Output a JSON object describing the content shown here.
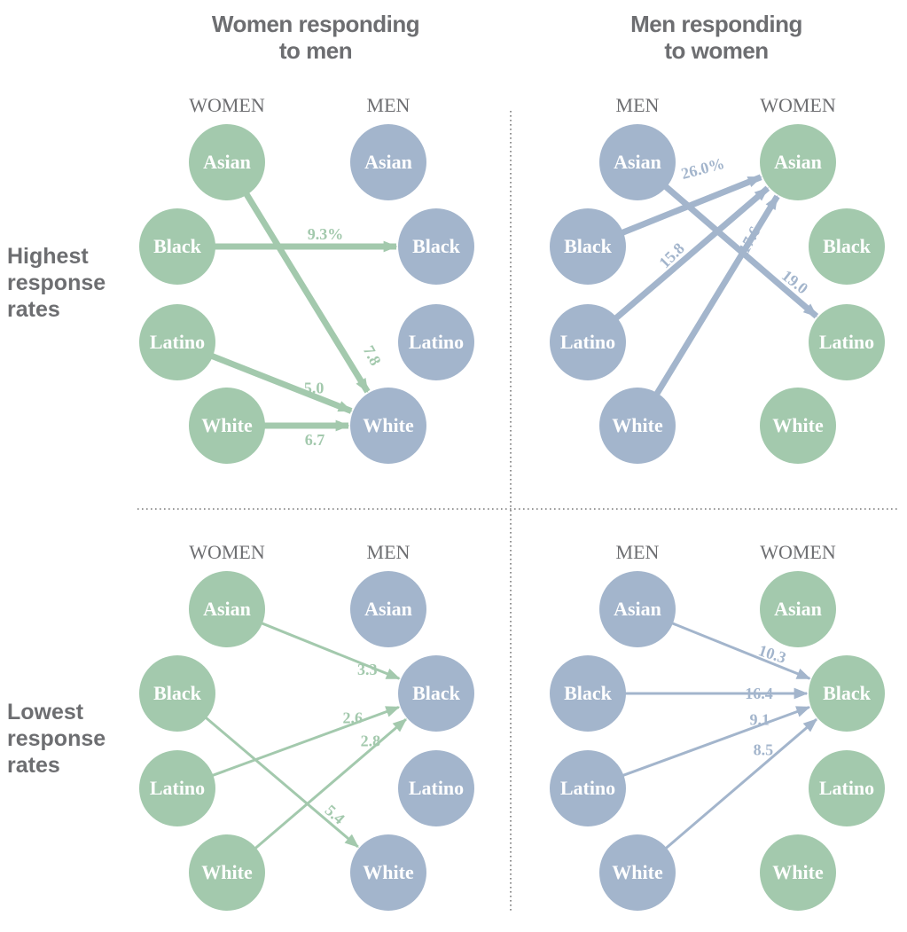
{
  "colors": {
    "women": "#a3c9ad",
    "men": "#a3b5cc",
    "text": "#6d6e71"
  },
  "column_titles": [
    {
      "lines": [
        "Women responding",
        "to men"
      ]
    },
    {
      "lines": [
        "Men responding",
        "to women"
      ]
    }
  ],
  "row_titles": [
    {
      "lines": [
        "Highest",
        "response",
        "rates"
      ]
    },
    {
      "lines": [
        "Lowest",
        "response",
        "rates"
      ]
    }
  ],
  "panels": [
    {
      "id": "women-to-men-highest",
      "left_label": "WOMEN",
      "right_label": "MEN",
      "left_group": "women",
      "right_group": "men",
      "edge_color": "women",
      "thick": true,
      "nodes_left": [
        "Asian",
        "Black",
        "Latino",
        "White"
      ],
      "nodes_right": [
        "Asian",
        "Black",
        "Latino",
        "White"
      ],
      "edges": [
        {
          "from": "Black",
          "to": "Black",
          "label": "9.3%"
        },
        {
          "from": "Asian",
          "to": "White",
          "label": "7.8"
        },
        {
          "from": "Latino",
          "to": "White",
          "label": "5.0"
        },
        {
          "from": "White",
          "to": "White",
          "label": "6.7"
        }
      ]
    },
    {
      "id": "men-to-women-highest",
      "left_label": "MEN",
      "right_label": "WOMEN",
      "left_group": "men",
      "right_group": "women",
      "edge_color": "men",
      "thick": true,
      "nodes_left": [
        "Asian",
        "Black",
        "Latino",
        "White"
      ],
      "nodes_right": [
        "Asian",
        "Black",
        "Latino",
        "White"
      ],
      "edges": [
        {
          "from": "Black",
          "to": "Asian",
          "label": "26.0%"
        },
        {
          "from": "Latino",
          "to": "Asian",
          "label": "15.8"
        },
        {
          "from": "White",
          "to": "Asian",
          "label": "17.6"
        },
        {
          "from": "Asian",
          "to": "Latino",
          "label": "19.0"
        }
      ]
    },
    {
      "id": "women-to-men-lowest",
      "left_label": "WOMEN",
      "right_label": "MEN",
      "left_group": "women",
      "right_group": "men",
      "edge_color": "women",
      "thick": false,
      "nodes_left": [
        "Asian",
        "Black",
        "Latino",
        "White"
      ],
      "nodes_right": [
        "Asian",
        "Black",
        "Latino",
        "White"
      ],
      "edges": [
        {
          "from": "Asian",
          "to": "Black",
          "label": "3.3"
        },
        {
          "from": "Latino",
          "to": "Black",
          "label": "2.6"
        },
        {
          "from": "White",
          "to": "Black",
          "label": "2.8"
        },
        {
          "from": "Black",
          "to": "White",
          "label": "5.4"
        }
      ]
    },
    {
      "id": "men-to-women-lowest",
      "left_label": "MEN",
      "right_label": "WOMEN",
      "left_group": "men",
      "right_group": "women",
      "edge_color": "men",
      "thick": false,
      "nodes_left": [
        "Asian",
        "Black",
        "Latino",
        "White"
      ],
      "nodes_right": [
        "Asian",
        "Black",
        "Latino",
        "White"
      ],
      "edges": [
        {
          "from": "Asian",
          "to": "Black",
          "label": "10.3"
        },
        {
          "from": "Black",
          "to": "Black",
          "label": "16.4"
        },
        {
          "from": "Latino",
          "to": "Black",
          "label": "9.1"
        },
        {
          "from": "White",
          "to": "Black",
          "label": "8.5"
        }
      ]
    }
  ]
}
